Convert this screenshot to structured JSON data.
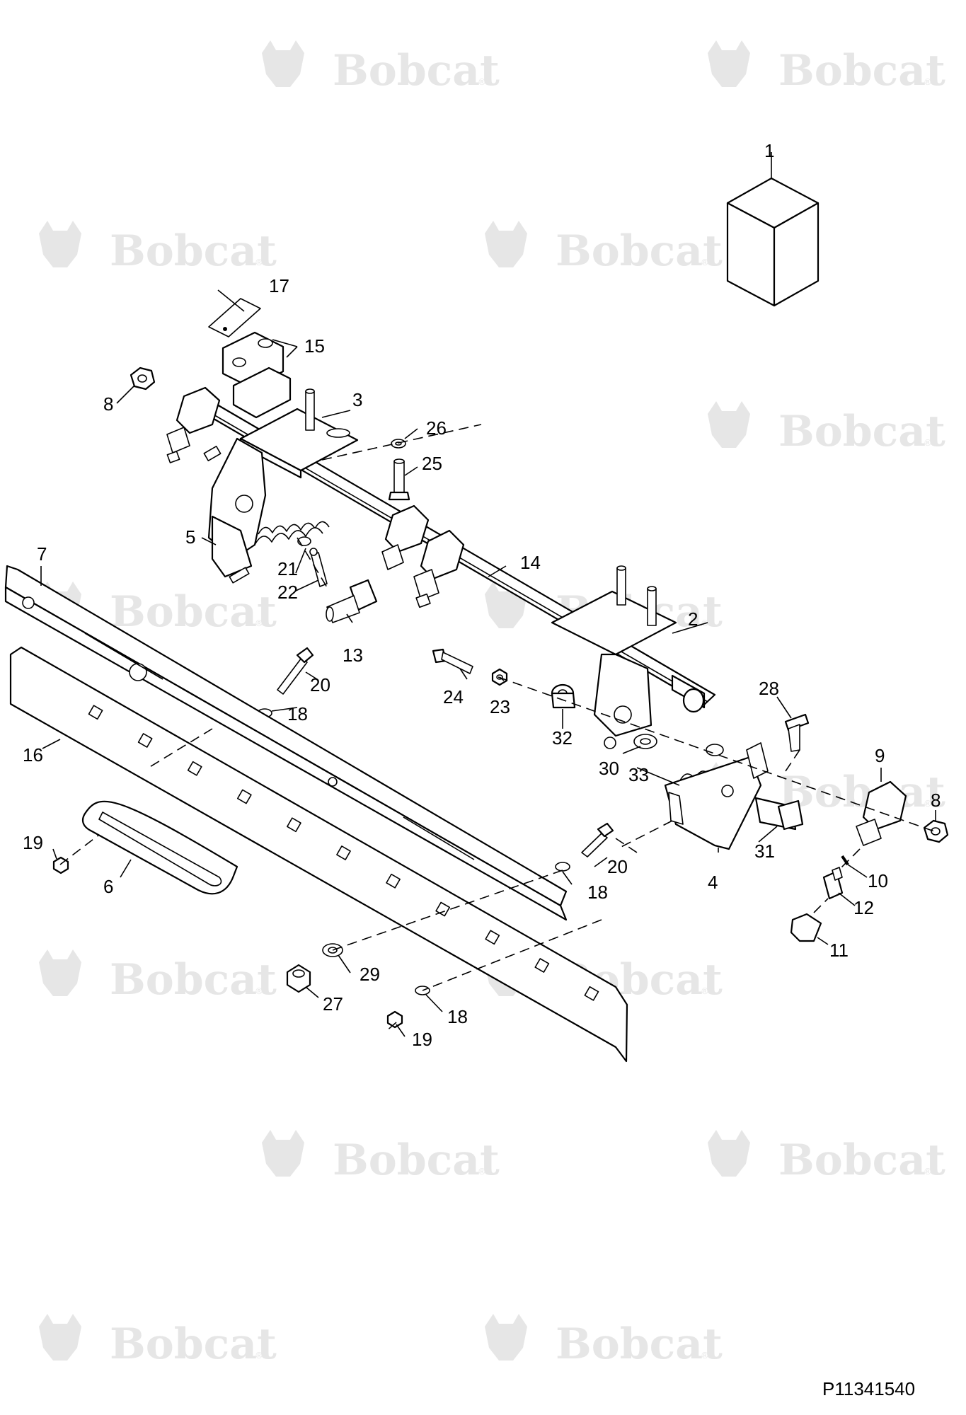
{
  "figure_id": "P11341540",
  "watermark": {
    "brand_text": "Bobcat",
    "reg_mark": "®"
  },
  "callouts": [
    "1",
    "2",
    "3",
    "4",
    "5",
    "6",
    "7",
    "8",
    "8",
    "9",
    "10",
    "11",
    "12",
    "13",
    "14",
    "15",
    "16",
    "17",
    "18",
    "18",
    "18",
    "19",
    "19",
    "20",
    "20",
    "21",
    "22",
    "23",
    "24",
    "25",
    "26",
    "27",
    "28",
    "29",
    "30",
    "31",
    "32",
    "33"
  ]
}
